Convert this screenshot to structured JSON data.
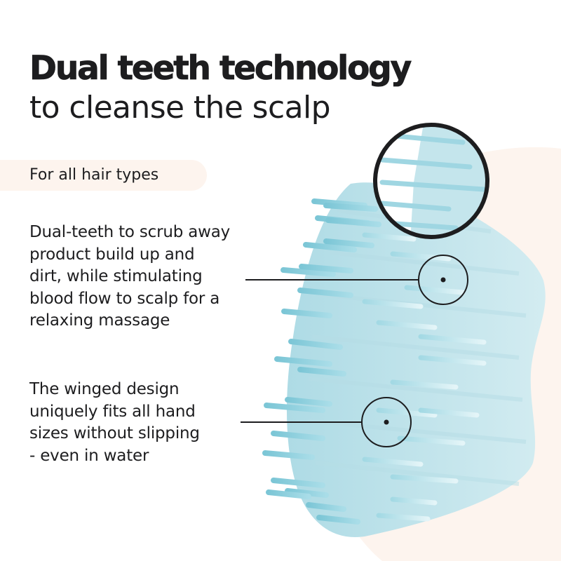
{
  "headline": {
    "line1": "Dual teeth technology",
    "line2": "to cleanse the scalp"
  },
  "tag": {
    "label": "For all hair types"
  },
  "callouts": [
    {
      "lines": [
        "Dual-teeth to scrub away",
        "product build up and",
        "dirt, while stimulating",
        "blood flow to scalp for a",
        "relaxing massage"
      ]
    },
    {
      "lines": [
        "The winged design",
        "uniquely fits all hand",
        "sizes without slipping",
        "- even in water"
      ]
    }
  ],
  "illustration": {
    "subject": "scalp-massager-brush",
    "magnifier_icon": "zoom-detail-circle",
    "pointer_icons": [
      "callout-pointer-circle",
      "callout-pointer-circle"
    ]
  },
  "colors": {
    "text": "#1d1d1f",
    "pill_bg": "#fdf4ee",
    "cream_blob": "#fdf4ee",
    "brush_body": "#bfe3ea",
    "brush_teeth": "#8fd0de",
    "outline": "#1d1d1f"
  }
}
